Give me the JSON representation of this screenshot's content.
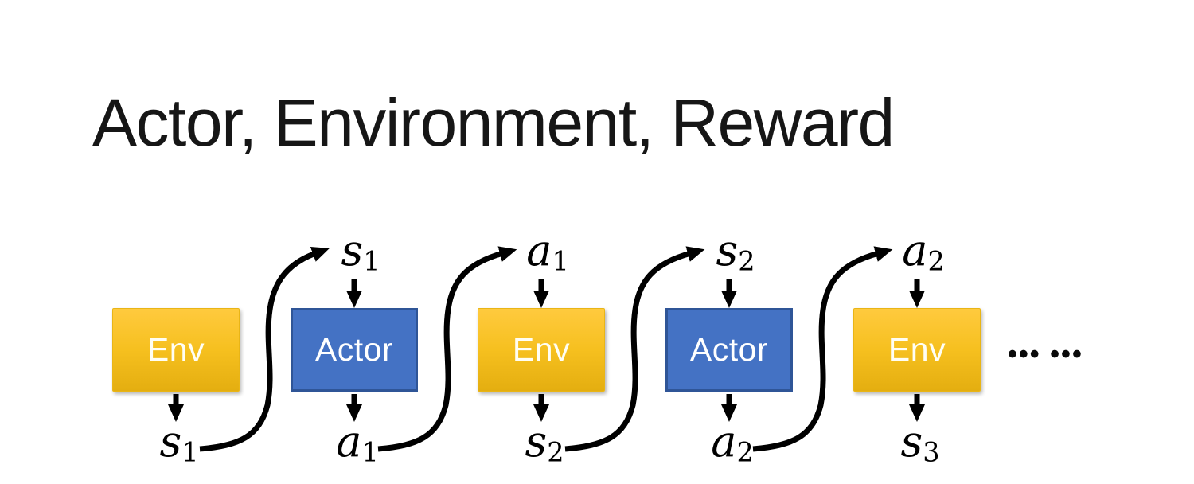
{
  "slide": {
    "title": "Actor, Environment, Reward",
    "ellipsis": "••• •••"
  },
  "colors": {
    "env_gradient_top": "#FFCA3E",
    "env_gradient_bottom": "#E4AE10",
    "actor_fill": "#4472C4",
    "actor_border": "#2F5597",
    "box_text": "#FFFFFF",
    "arrow": "#000000",
    "title_text": "#161616"
  },
  "diagram": {
    "units": [
      {
        "box": "Env",
        "kind": "env",
        "top_label": null,
        "bottom_label": {
          "base": "s",
          "sub": "1"
        }
      },
      {
        "box": "Actor",
        "kind": "actor",
        "top_label": {
          "base": "s",
          "sub": "1"
        },
        "bottom_label": {
          "base": "a",
          "sub": "1"
        }
      },
      {
        "box": "Env",
        "kind": "env",
        "top_label": {
          "base": "a",
          "sub": "1"
        },
        "bottom_label": {
          "base": "s",
          "sub": "2"
        }
      },
      {
        "box": "Actor",
        "kind": "actor",
        "top_label": {
          "base": "s",
          "sub": "2"
        },
        "bottom_label": {
          "base": "a",
          "sub": "2"
        }
      },
      {
        "box": "Env",
        "kind": "env",
        "top_label": {
          "base": "a",
          "sub": "2"
        },
        "bottom_label": {
          "base": "s",
          "sub": "3"
        }
      }
    ]
  }
}
